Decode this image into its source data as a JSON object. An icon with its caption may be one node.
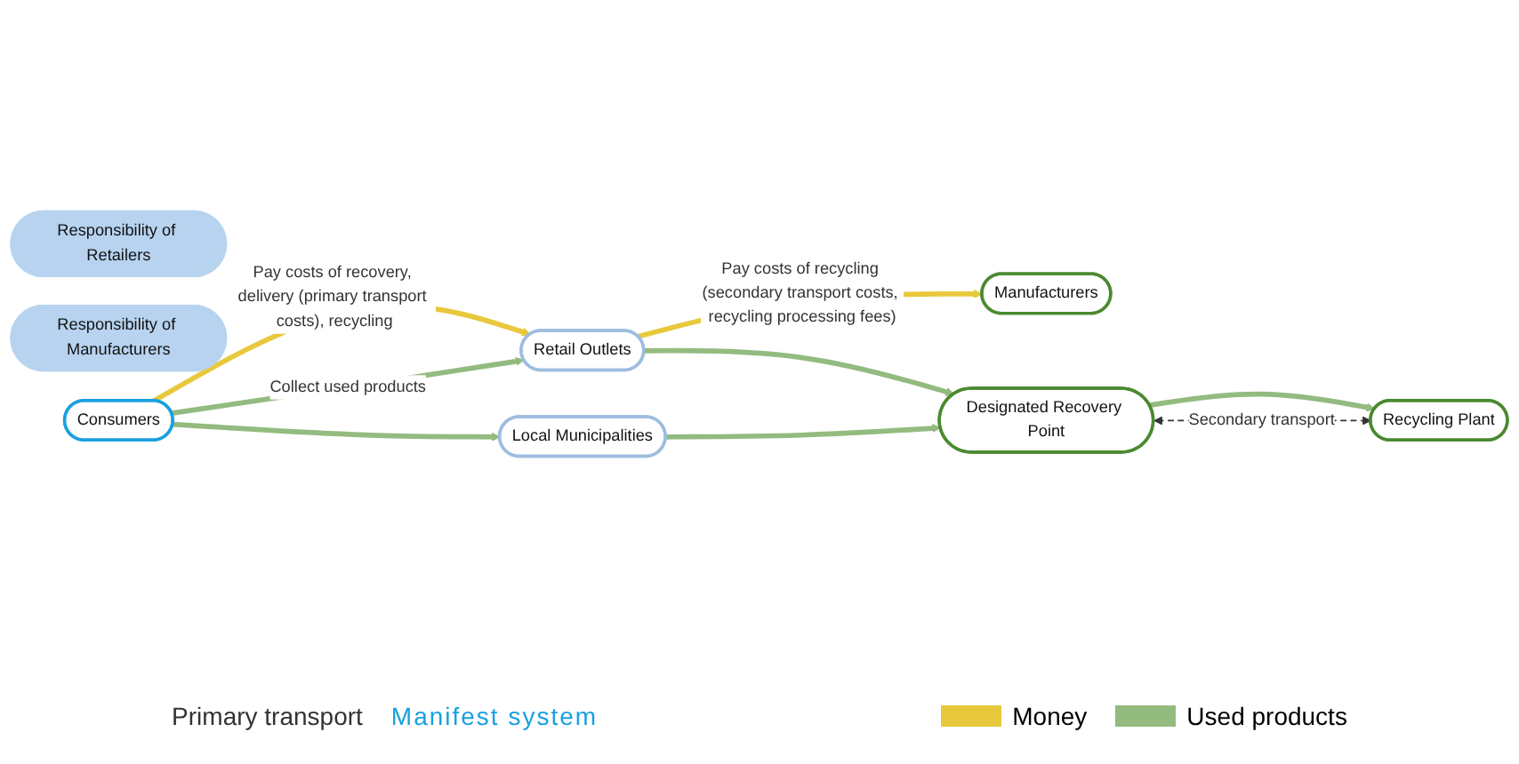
{
  "diagram": {
    "nodes": [
      {
        "text": [
          "Responsibility of Retailers"
        ]
      },
      {
        "text": [
          "Responsibility of Manufacturers"
        ]
      },
      {
        "text": [
          "Consumers"
        ]
      },
      {
        "text": [
          "Retail Outlets"
        ]
      },
      {
        "text": [
          "Local Municipalities"
        ]
      },
      {
        "text": [
          "Manufacturers"
        ]
      },
      {
        "text": [
          "Designated Recovery Point"
        ]
      },
      {
        "text": [
          "Recycling Plant"
        ]
      }
    ],
    "edges": [
      {
        "from": 2,
        "to": 3,
        "arrow": "to",
        "label": "Pay costs of recovery, delivery (primary transport costs), recycling",
        "color": "#e8c83c"
      },
      {
        "from": 3,
        "to": 5,
        "arrow": "to",
        "label": "Pay costs of recycling (secondary transport costs, recycling processing fees)",
        "color": "#e8c83c"
      },
      {
        "from": 2,
        "to": 3,
        "arrow": "to",
        "label": "Collect used products",
        "color": "#93bb80"
      },
      {
        "from": 3,
        "to": 6,
        "arrow": "to",
        "color": "#93bb80"
      },
      {
        "from": 2,
        "to": 4,
        "arrow": "to",
        "color": "#93bb80"
      },
      {
        "from": 4,
        "to": 6,
        "arrow": "to",
        "color": "#93bb80"
      },
      {
        "from": 6,
        "to": 7,
        "arrow": "to",
        "color": "#93bb80"
      },
      {
        "from": 6,
        "to": 7,
        "arrow": "both",
        "label": "Secondary transport",
        "style": "dashed",
        "color": "#333333"
      }
    ],
    "labels": [
      "Primary transport",
      "Manifest system"
    ],
    "legend": [
      {
        "text": "Money",
        "color": "#e8c83c"
      },
      {
        "text": "Used products",
        "color": "#93bb80"
      }
    ]
  }
}
